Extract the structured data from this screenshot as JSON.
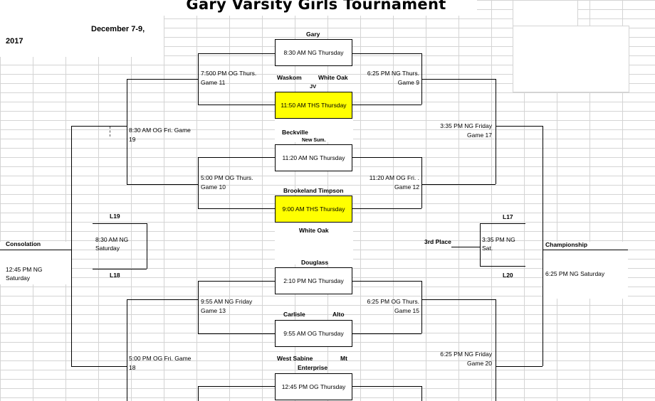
{
  "header": {
    "title": "Gary Varsity Girls Tournament",
    "dates": "December 7-9,",
    "year": "2017"
  },
  "teams": {
    "gary": "Gary",
    "waskom": "Waskom",
    "white_oak_jv": "White Oak",
    "jv": "JV",
    "beckville": "Beckville",
    "new_sum": "New Sum.",
    "brookeland_timpson": "Brookeland Timpson",
    "white_oak": "White Oak",
    "douglass": "Douglass",
    "carlisle": "Carlisle",
    "alto": "Alto",
    "west_sabine": "West Sabine",
    "mt": "Mt",
    "enterprise": "Enterprise"
  },
  "slots": {
    "s1": "8:30 AM NG Thursday",
    "s2": "11:50 AM THS Thursday",
    "s3": "11:20 AM NG Thursday",
    "s4": "9:00 AM THS Thursday",
    "s5": "2:10 PM NG Thursday",
    "s6": "9:55 AM OG Thursday",
    "s7": "12:45 PM OG Thursday"
  },
  "games": {
    "g11_time": "7:500 PM OG Thurs.",
    "g11": "Game 11",
    "g9_time": "6:25 PM NG Thurs.",
    "g9": "Game 9",
    "g19_time": "8:30 AM OG Fri. Game",
    "g19": "19",
    "g17_time": "3:35 PM NG Friday",
    "g17": "Game 17",
    "g10_time": "5:00 PM OG Thurs.",
    "g10": "Game 10",
    "g12_time": "11:20  AM OG Fri. .",
    "g12": "Game 12",
    "g13_time": "9:55 AM NG Friday",
    "g13": "Game 13",
    "g15_time": "6:25 PM OG Thurs.",
    "g15": "Game 15",
    "g18_time": "5:00 PM OG Fri. Game",
    "g18": "18",
    "g20_time": "6:25 PM NG Friday",
    "g20": "Game 20"
  },
  "semis": {
    "l19": "L19",
    "l18": "L18",
    "left_time": "8:30 AM NG",
    "left_day": "Saturday",
    "l17": "L17",
    "l20": "L20",
    "right_time": "3:35 PM NG",
    "right_day": "Sat."
  },
  "finals": {
    "consolation": "Consolation",
    "consolation_time": "12:45 PM NG",
    "consolation_day": "Saturday",
    "third_place": "3rd Place",
    "championship": "Championship",
    "championship_time": "6:25 PM NG Saturday"
  }
}
